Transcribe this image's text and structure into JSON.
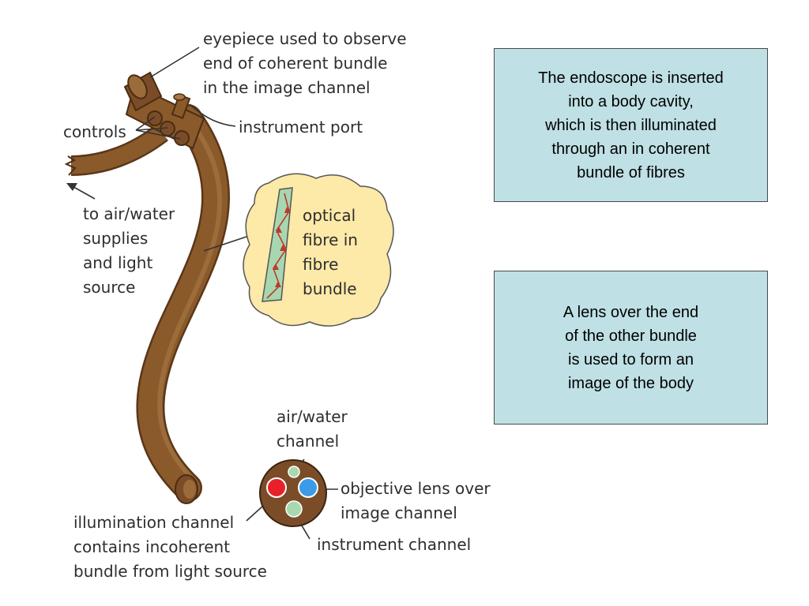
{
  "labels": {
    "eyepiece": [
      "eyepiece used to observe",
      "end of coherent bundle",
      "in the image channel"
    ],
    "controls": "controls",
    "instrument_port": "instrument port",
    "supplies": [
      "to air/water",
      "supplies",
      "and light",
      "source"
    ],
    "optical_fibre": [
      "optical",
      "fibre in",
      "fibre",
      "bundle"
    ],
    "air_water": [
      "air/water",
      "channel"
    ],
    "objective": [
      "objective lens over",
      "image channel"
    ],
    "instrument_channel": "instrument channel",
    "illumination": [
      "illumination channel",
      "contains incoherent",
      "bundle from light source"
    ]
  },
  "info_boxes": [
    [
      "The endoscope is inserted",
      "into a body cavity,",
      "which is then illuminated",
      "through an in coherent",
      "bundle of fibres"
    ],
    [
      "A lens over the end",
      "of the other bundle",
      "is used to form an",
      "image of the body"
    ]
  ],
  "colors": {
    "tube": "#8a5a2b",
    "tube_dark": "#6b4220",
    "cloud": "#fde9a8",
    "fibre": "#a7d7b0",
    "box": "#bfe0e4",
    "red_channel": "#e8202a",
    "blue_channel": "#3b9be8",
    "green_channel": "#a8d8b0",
    "end_face": "#7a4d28"
  }
}
